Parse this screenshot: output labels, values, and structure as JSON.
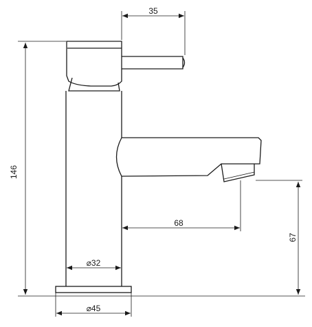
{
  "drawing": {
    "subject": "tap",
    "dimensions": {
      "handle_width": "35",
      "total_height": "146",
      "spout_reach": "68",
      "spout_height": "67",
      "body_diameter": "⌀32",
      "base_diameter": "⌀45"
    }
  }
}
